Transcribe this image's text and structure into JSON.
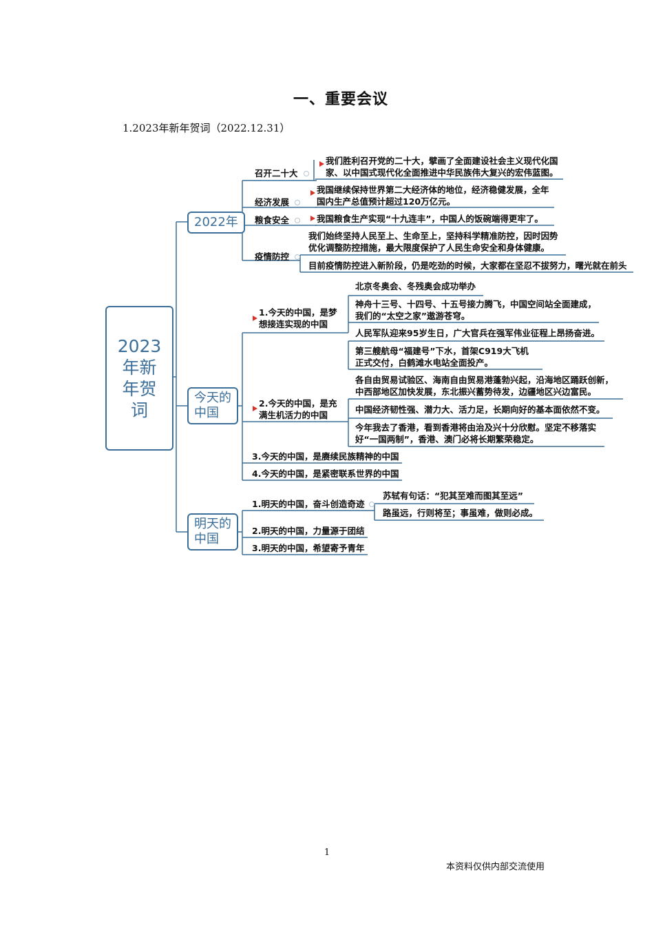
{
  "heading": "一、重要会议",
  "subheading": "1.2023年新年贺词（2022.12.31）",
  "mindmap": {
    "root": "2023年新年贺词",
    "root_lines": [
      "2023",
      "年新",
      "年贺",
      "词"
    ],
    "branches": {
      "b2022": {
        "label": "2022年",
        "topics": {
          "t1": {
            "label": "召开二十大",
            "details": [
              "我们胜利召开党的二十大，擘画了全面建设社会主义现代化国",
              "家、以中国式现代化全面推进中华民族伟大复兴的宏伟蓝图。"
            ]
          },
          "t2": {
            "label": "经济发展",
            "details": [
              "我国继续保持世界第二大经济体的地位，经济稳健发展，全年",
              "国内生产总值预计超过120万亿元。"
            ]
          },
          "t3": {
            "label": "粮食安全",
            "details": [
              "我国粮食生产实现“十九连丰”，中国人的饭碗端得更牢了。"
            ]
          },
          "t4": {
            "label": "疫情防控",
            "details1": [
              "我们始终坚持人民至上、生命至上，坚持科学精准防控，因时因势",
              "优化调整防控措施，最大限度保护了人民生命安全和身体健康。"
            ],
            "details2": "目前疫情防控进入新阶段，仍是吃劲的时候，大家都在坚忍不拔努力，曙光就在前头"
          }
        }
      },
      "today": {
        "label_lines": [
          "今天的",
          "中国"
        ],
        "topics": {
          "t1": {
            "label_lines": [
              "1.今天的中国，是梦",
              "想接连实现的中国"
            ],
            "d1": "北京冬奥会、冬残奥会成功举办",
            "d2": [
              "神舟十三号、十四号、十五号接力腾飞，中国空间站全面建成，",
              "我们的“太空之家”遨游苍穹。"
            ],
            "d3": "人民军队迎来95岁生日，广大官兵在强军伟业征程上昂扬奋进。",
            "d4": [
              "第三艘航母“福建号”下水，首架C919大飞机",
              "正式交付，白鹤滩水电站全面投产。"
            ]
          },
          "t2": {
            "label_lines": [
              "2.今天的中国，是充",
              "满生机活力的中国"
            ],
            "d1": [
              "各自由贸易试验区、海南自由贸易港蓬勃兴起，沿海地区踊跃创新，",
              "中西部地区加快发展，东北振兴蓄势待发，边疆地区兴边富民。"
            ],
            "d2": "中国经济韧性强、潜力大、活力足，长期向好的基本面依然不变。",
            "d3": [
              "今年我去了香港，看到香港将由治及兴十分欣慰。坚定不移落实",
              "好“一国两制”，香港、澳门必将长期繁荣稳定。"
            ]
          },
          "t3": {
            "label": "3.今天的中国，是赓续民族精神的中国"
          },
          "t4": {
            "label": "4.今天的中国，是紧密联系世界的中国"
          }
        }
      },
      "tomorrow": {
        "label_lines": [
          "明天的",
          "中国"
        ],
        "topics": {
          "t1": {
            "label": "1.明天的中国，奋斗创造奇迹",
            "d1": "苏轼有句话：“犯其至难而图其至远”",
            "d2": "路虽远，行则将至；事虽难，做则必成。"
          },
          "t2": {
            "label": "2.明天的中国，力量源于团结"
          },
          "t3": {
            "label": "3.明天的中国，希望寄予青年"
          }
        }
      }
    },
    "colors": {
      "branch": "#3b6e99",
      "flag": "#d9302a"
    }
  },
  "page_number": "1",
  "footer": "本资料仅供内部交流使用"
}
